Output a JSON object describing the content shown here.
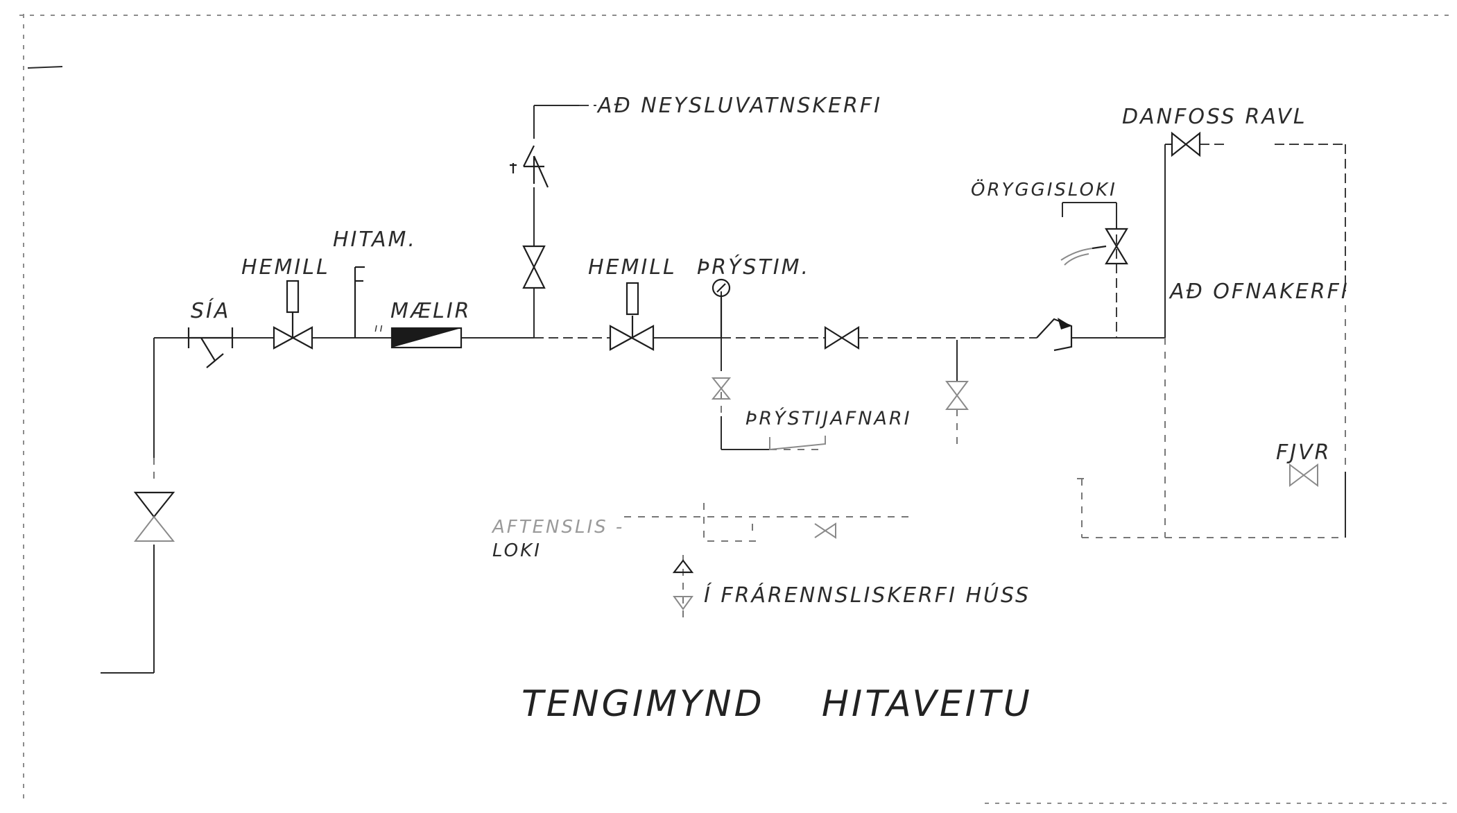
{
  "title": "TENGIMYND    HITAVEITU",
  "labels": {
    "neysluvatn": "AÐ  NEYSLUVATNSKERFI",
    "danfoss": "DANFOSS  RAVL",
    "oryggisloki": "ÖRYGGISLOKI",
    "hitam": "HITAM.",
    "hemill_1": "HEMILL",
    "sia": "SÍA",
    "maelir": "MÆLIR",
    "hemill_2": "HEMILL",
    "prystim": "ÞRÝSTIM.",
    "ofnakerfi": "AÐ  OFNAKERFI",
    "prystijafnari": "ÞRÝSTIJAFNARI",
    "fjvr": "FJVR",
    "aftenslis_1": "AFTENSLIS -",
    "aftenslis_2": "LOKI",
    "frarennsli": "Í  FRÁRENNSLISKERFI  HÚSS"
  }
}
